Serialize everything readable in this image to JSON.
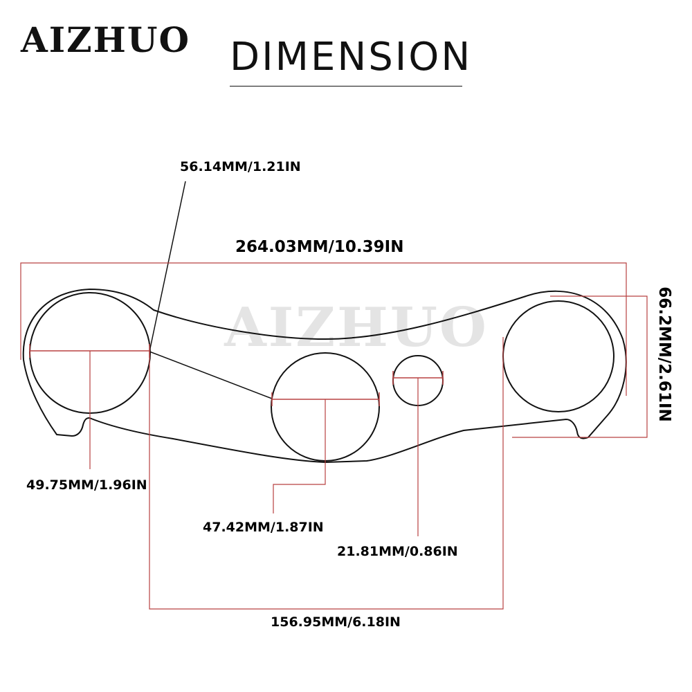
{
  "brand": "AIZHUO",
  "title": "DIMENSION",
  "watermark": "AIZHUO",
  "dimensions": {
    "leader_hole": "56.14MM/1.21IN",
    "overall_width": "264.03MM/10.39IN",
    "height": "66.2MM/2.61IN",
    "left_hole": "49.75MM/1.96IN",
    "center_hole": "47.42MM/1.87IN",
    "small_hole": "21.81MM/0.86IN",
    "center_spacing": "156.95MM/6.18IN"
  },
  "colors": {
    "outline": "#111111",
    "dimension_line": "#b84040",
    "watermark": "#e4e4e4"
  }
}
